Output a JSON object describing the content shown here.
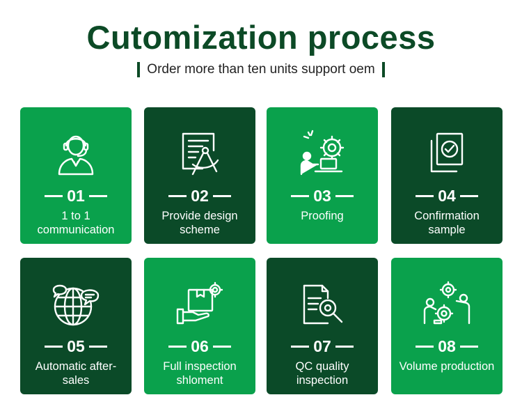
{
  "header": {
    "title": "Cutomization process",
    "subtitle": "Order more than ten units support oem"
  },
  "colors": {
    "title": "#0c4a26",
    "card_light": "#0aa14c",
    "card_dark": "#0b4a28"
  },
  "steps": [
    {
      "number": "01",
      "label": "1 to 1 communication",
      "icon": "customer-service-headset-icon",
      "style": "light"
    },
    {
      "number": "02",
      "label": "Provide design scheme",
      "icon": "design-document-compass-icon",
      "style": "dark"
    },
    {
      "number": "03",
      "label": "Proofing",
      "icon": "person-laptop-gear-icon",
      "style": "light"
    },
    {
      "number": "04",
      "label": "Confirmation sample",
      "icon": "checked-document-stack-icon",
      "style": "dark"
    },
    {
      "number": "05",
      "label": "Automatic after-sales",
      "icon": "globe-chat-bubbles-icon",
      "style": "dark"
    },
    {
      "number": "06",
      "label": "Full inspection shloment",
      "icon": "hand-box-gear-icon",
      "style": "light"
    },
    {
      "number": "07",
      "label": "QC quality inspection",
      "icon": "document-magnifier-icon",
      "style": "dark"
    },
    {
      "number": "08",
      "label": "Volume production",
      "icon": "team-gears-icon",
      "style": "light"
    }
  ]
}
